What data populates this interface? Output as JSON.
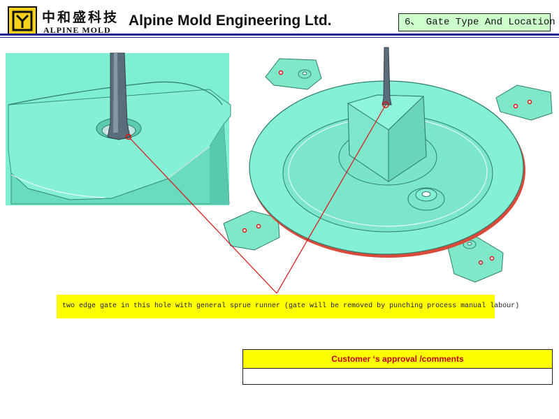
{
  "header": {
    "logo_cn": "中和盛科技",
    "logo_en": "ALPINE MOLD",
    "company": "Alpine Mold Engineering Ltd.",
    "section_title": "6、 Gate Type And Location"
  },
  "callout": {
    "text": "two edge gate in this hole with general sprue runner (gate will be removed by punching process manual labour)"
  },
  "approval": {
    "heading": "Customer ‘s approval /comments",
    "comments": ""
  },
  "colors": {
    "part_fill": "#7fe8c8",
    "callout_bg": "#ffff00",
    "leader_line": "#e01010",
    "header_rule": "#1f1f8f",
    "section_title_bg": "#ccffcc",
    "approval_text": "#c00000"
  }
}
